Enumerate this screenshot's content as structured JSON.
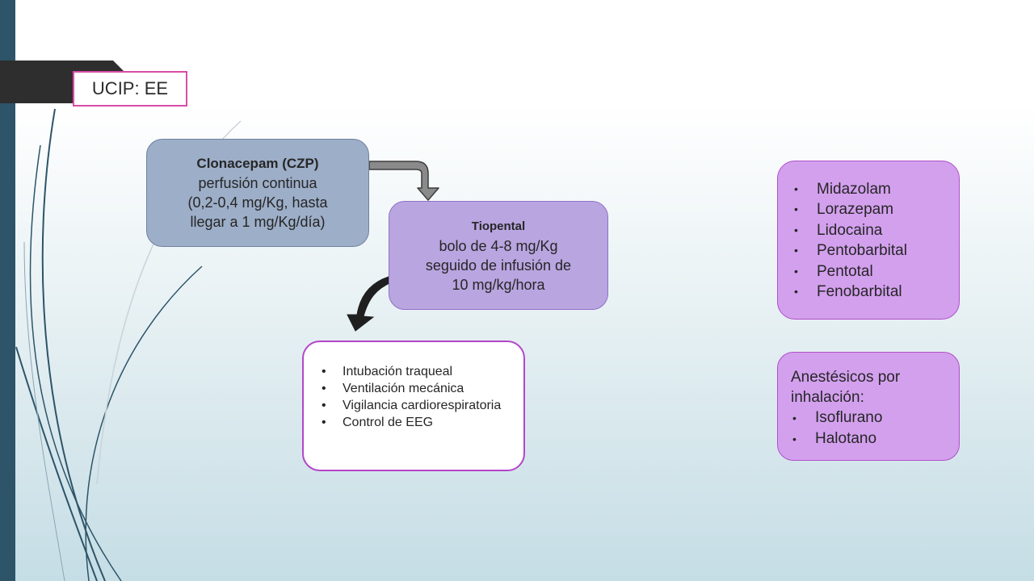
{
  "title": "UCIP: EE",
  "nodes": {
    "clonacepam": {
      "heading": "Clonacepam (CZP)",
      "line1": "perfusión continua",
      "line2": "(0,2-0,4 mg/Kg, hasta",
      "line3": "llegar a 1 mg/Kg/día)"
    },
    "tiopental": {
      "heading": "Tiopental",
      "line1": "bolo de 4-8 mg/Kg",
      "line2": "seguido de infusión de",
      "line3": "10 mg/kg/hora"
    }
  },
  "care_measures": [
    "Intubación traqueal",
    "Ventilación mecánica",
    "Vigilancia cardiorespiratoria",
    "Control de EEG"
  ],
  "drugs": [
    "Midazolam",
    "Lorazepam",
    "Lidocaina",
    "Pentobarbital",
    "Pentotal",
    "Fenobarbital"
  ],
  "inhalation": {
    "heading": "Anestésicos por inhalación:",
    "items": [
      "Isoflurano",
      "Halotano"
    ]
  },
  "colors": {
    "accent_pink": "#d94ca8",
    "czp_fill": "#9daec8",
    "tiopental_fill": "#b9a5e0",
    "drug_fill": "#d3a0ee",
    "sidebar": "#2d5468"
  }
}
